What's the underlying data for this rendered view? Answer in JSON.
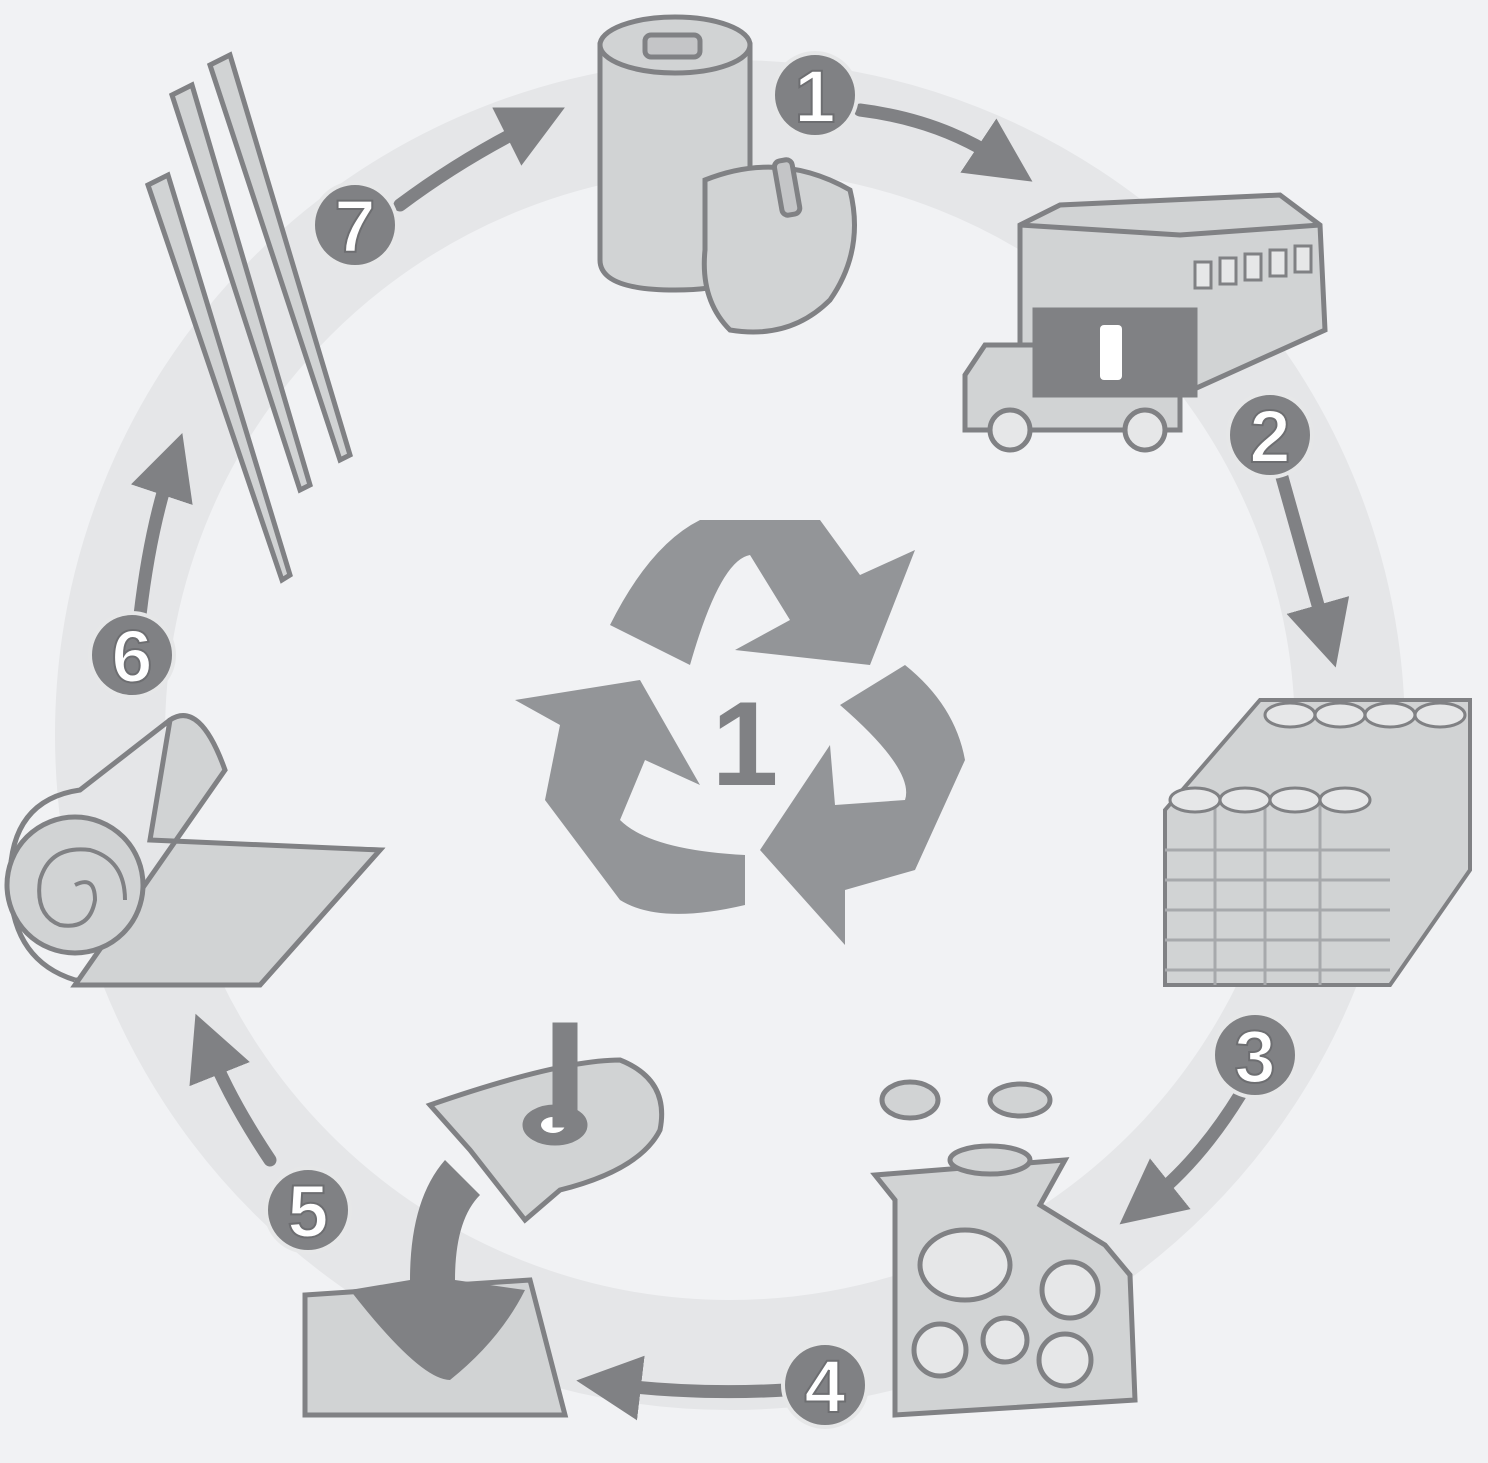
{
  "center_symbol": {
    "label": "1",
    "icon": "recycle-symbol-icon"
  },
  "colors": {
    "background": "#f1f2f4",
    "ring": "#e4e5e7",
    "dark": "#808184",
    "medium": "#939598",
    "light": "#d1d3d4",
    "white": "#ffffff"
  },
  "steps": [
    {
      "number": "1",
      "icon": "aluminum-cans-icon"
    },
    {
      "number": "2",
      "icon": "recycling-facility-truck-icon"
    },
    {
      "number": "3",
      "icon": "crushed-can-bales-icon"
    },
    {
      "number": "4",
      "icon": "shredder-machine-icon"
    },
    {
      "number": "5",
      "icon": "molten-metal-ladle-icon"
    },
    {
      "number": "6",
      "icon": "aluminum-sheet-roll-icon"
    },
    {
      "number": "7",
      "icon": "new-products-icon"
    }
  ]
}
